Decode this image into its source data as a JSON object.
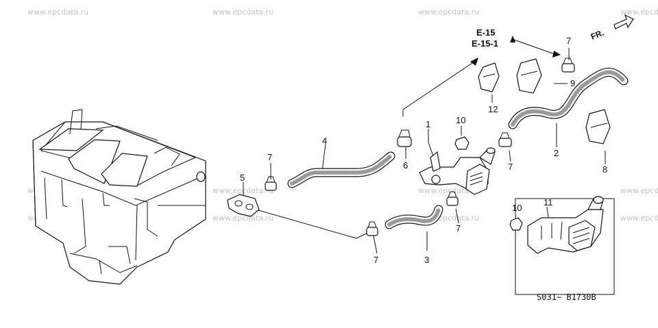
{
  "watermark": "www.epcdata.ru",
  "direction_label": "FR.",
  "references": [
    "E-15",
    "E-15-1"
  ],
  "diagram_code": "S031− B1730B",
  "callouts": {
    "c1": "1",
    "c2": "2",
    "c3": "3",
    "c4": "4",
    "c5": "5",
    "c6": "6",
    "c7a": "7",
    "c7b": "7",
    "c7c": "7",
    "c7d": "7",
    "c7e": "7",
    "c8": "8",
    "c9": "9",
    "c10a": "10",
    "c10b": "10",
    "c11": "11",
    "c12": "12"
  }
}
